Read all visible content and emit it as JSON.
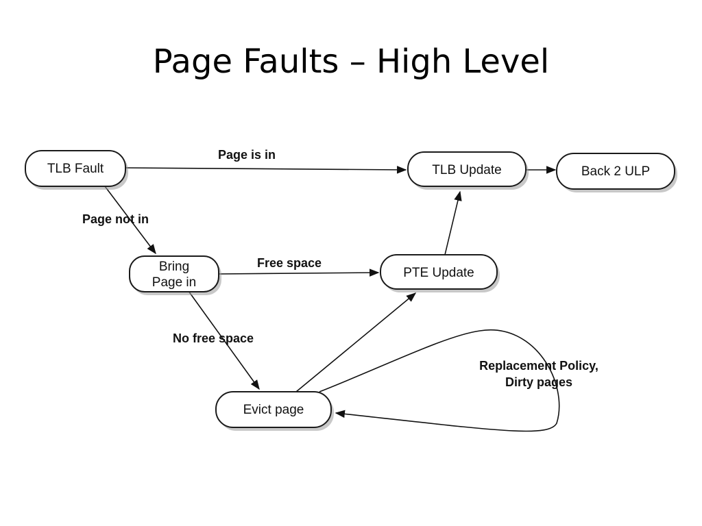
{
  "title": "Page Faults – High Level",
  "nodes": {
    "tlb_fault": "TLB Fault",
    "tlb_update": "TLB Update",
    "back_2_ulp": "Back 2 ULP",
    "bring_page_in_line1": "Bring",
    "bring_page_in_line2": "Page in",
    "pte_update": "PTE Update",
    "evict_page": "Evict page"
  },
  "edges": {
    "page_is_in": "Page is in",
    "page_not_in": "Page not in",
    "free_space": "Free space",
    "no_free_space": "No free space",
    "replacement_line1": "Replacement Policy,",
    "replacement_line2": "Dirty pages"
  }
}
